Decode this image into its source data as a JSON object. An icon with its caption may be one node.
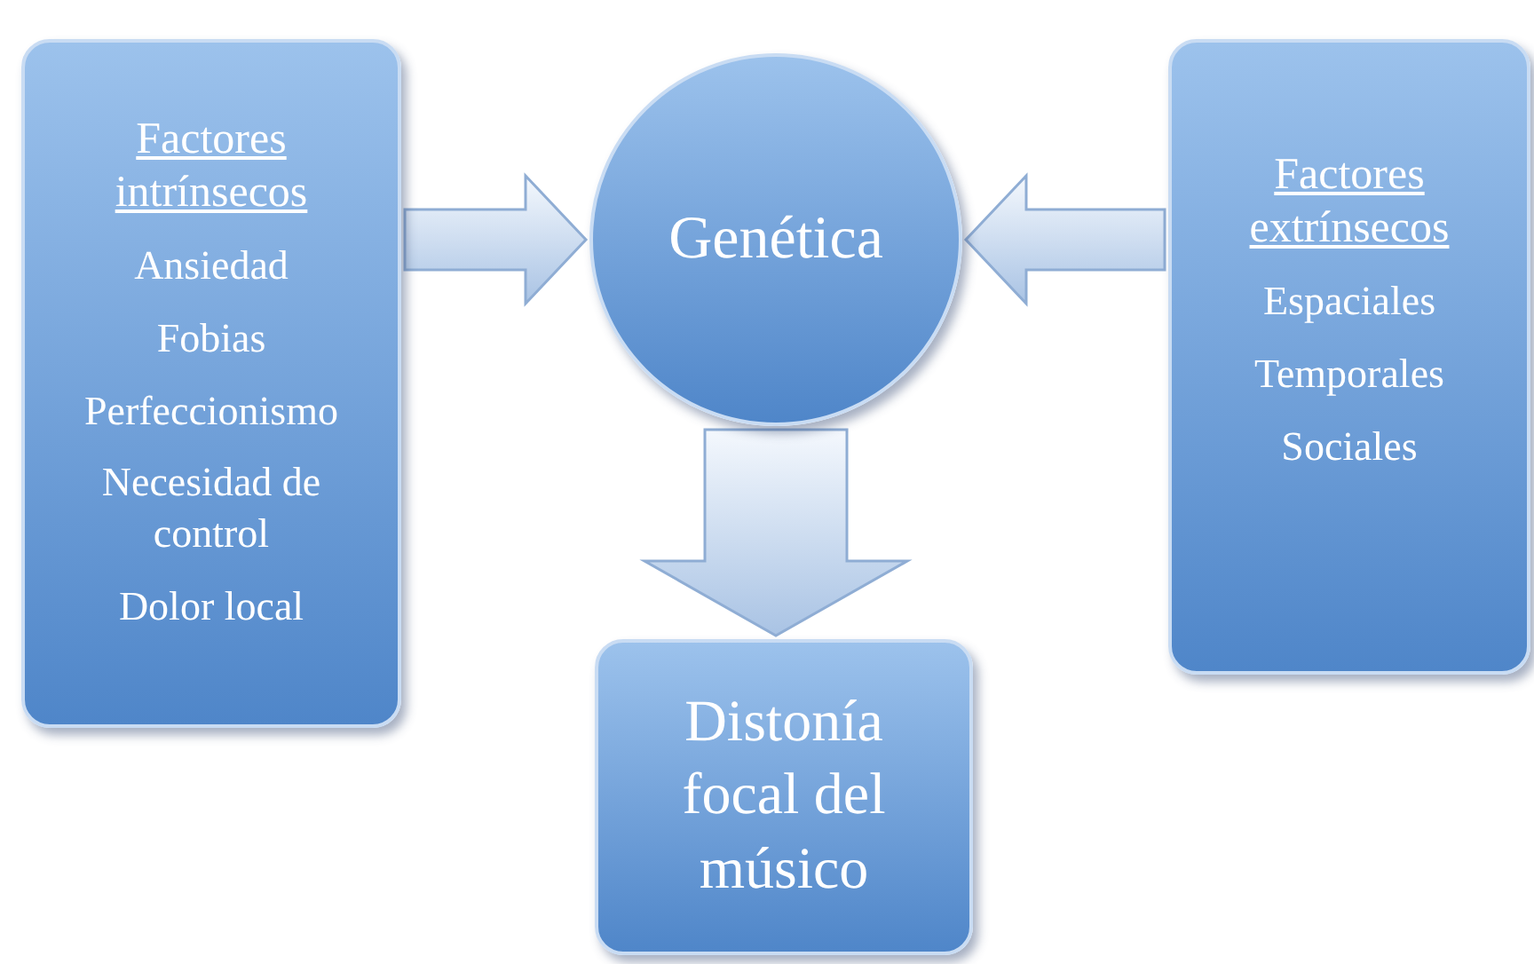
{
  "diagram": {
    "nodes": [
      {
        "text": [
          "Factores intrínsecos",
          "Ansiedad",
          "Fobias",
          "Perfeccionismo",
          "Necesidad de control",
          "Dolor local"
        ]
      },
      {
        "text": [
          "Genética"
        ]
      },
      {
        "text": [
          "Factores extrínsecos",
          "Espaciales",
          "Temporales",
          "Sociales"
        ]
      },
      {
        "text": [
          "Distonía focal del músico"
        ]
      }
    ],
    "edges": [
      {
        "from": 0,
        "to": 1,
        "arrow": "to"
      },
      {
        "from": 2,
        "to": 1,
        "arrow": "to"
      },
      {
        "from": 1,
        "to": 3,
        "arrow": "to"
      }
    ]
  }
}
